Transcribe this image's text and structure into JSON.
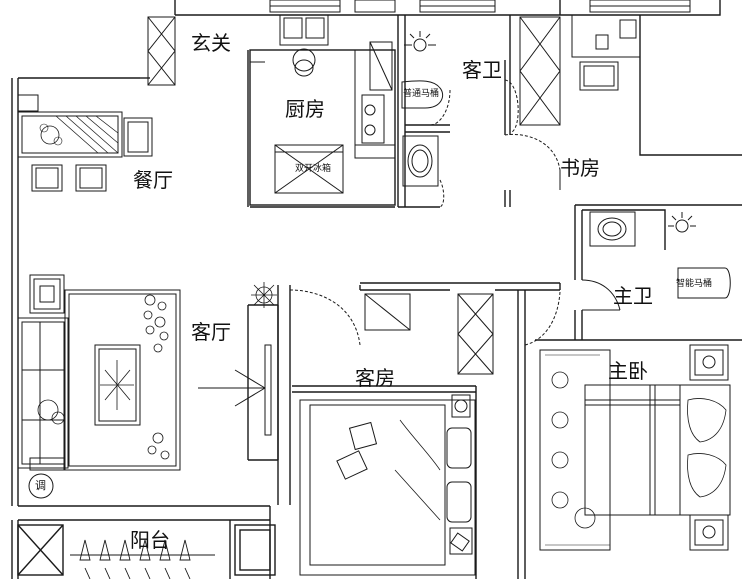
{
  "rooms": {
    "entrance": "玄关",
    "kitchen": "厨房",
    "guest_bath": "客卫",
    "study": "书房",
    "dining": "餐厅",
    "master_bath": "主卫",
    "living": "客厅",
    "guest_room": "客房",
    "master_bedroom": "主卧",
    "balcony": "阳台"
  },
  "fixtures": {
    "toilet_regular": "普通马桶",
    "toilet_smart": "智能马桶",
    "fridge": "双开冰箱",
    "ac_unit": "调"
  },
  "colors": {
    "line": "#1a1a1a",
    "background": "#ffffff"
  }
}
